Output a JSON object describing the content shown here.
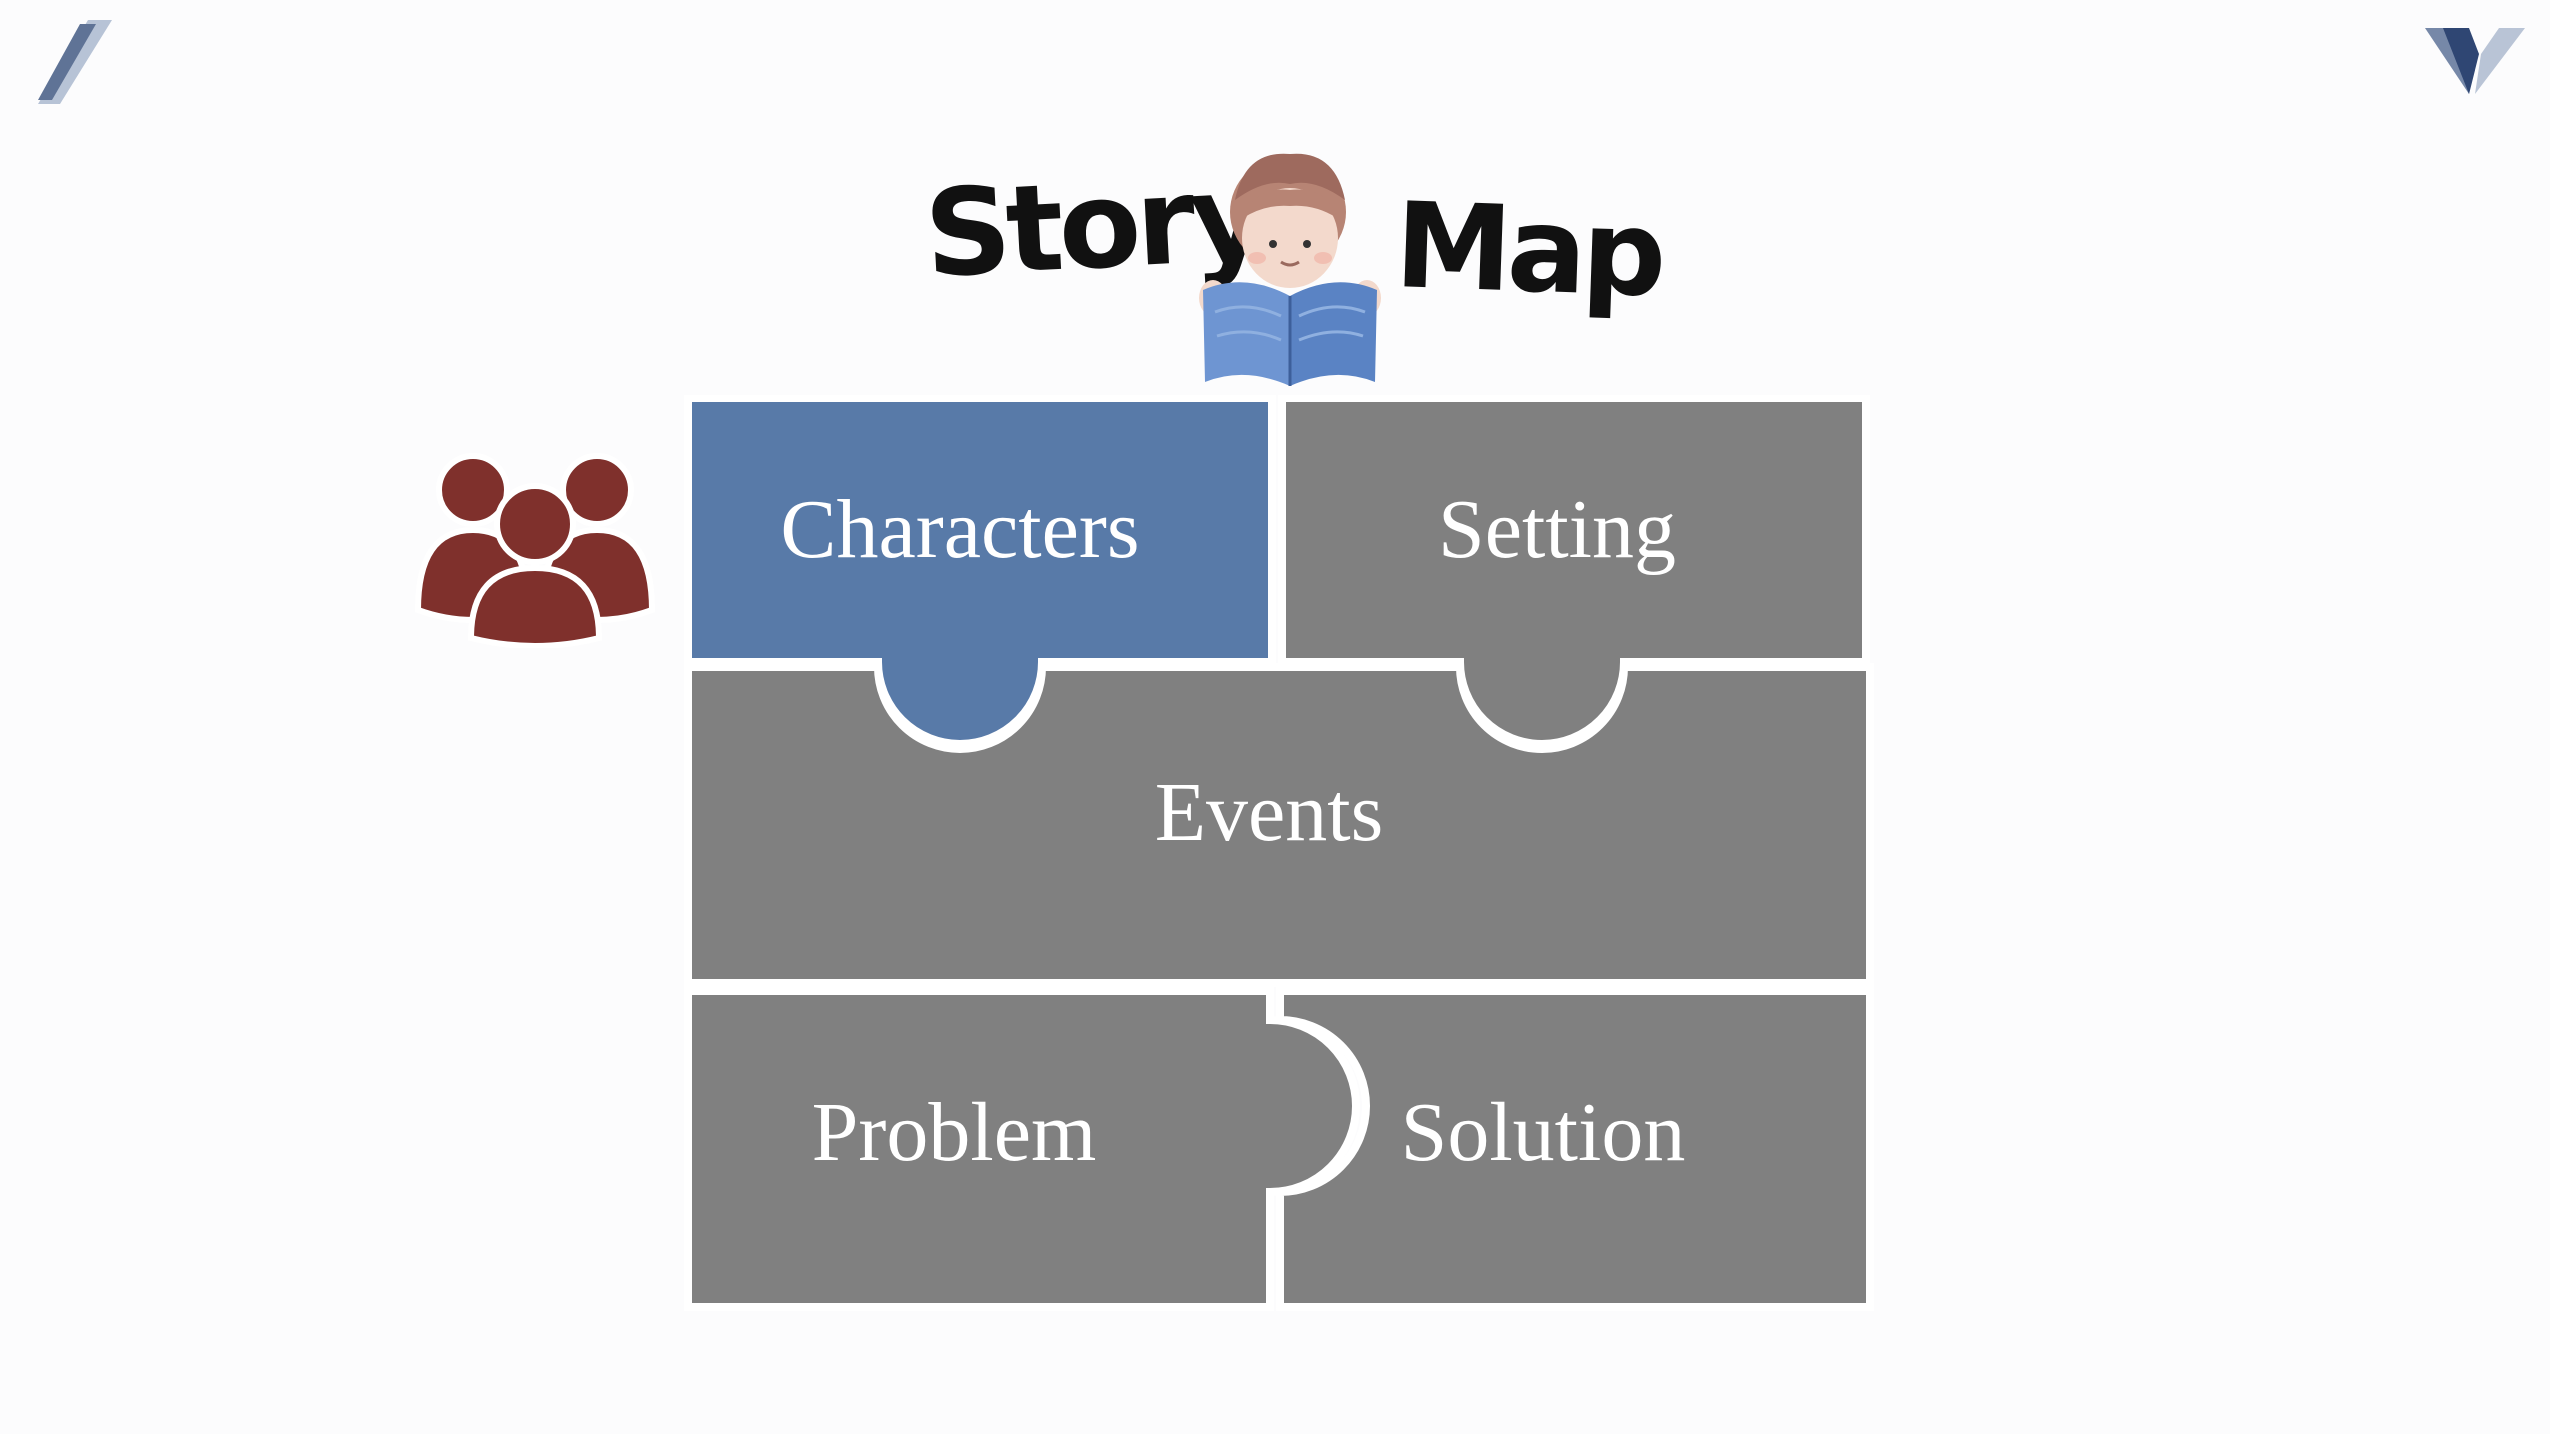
{
  "title": {
    "word_left": "Story",
    "word_right": "Map"
  },
  "icons": {
    "corner_left": "slash-logo-icon",
    "corner_right": "v-logo-icon",
    "people": "people-group-icon",
    "reader": "boy-reading-book-illustration"
  },
  "pieces": {
    "characters": "Characters",
    "setting": "Setting",
    "events": "Events",
    "problem": "Problem",
    "solution": "Solution"
  },
  "colors": {
    "highlight_piece": "#587aa8",
    "piece": "#808080",
    "people_icon": "#7f302c",
    "piece_gap": "#ffffff"
  }
}
